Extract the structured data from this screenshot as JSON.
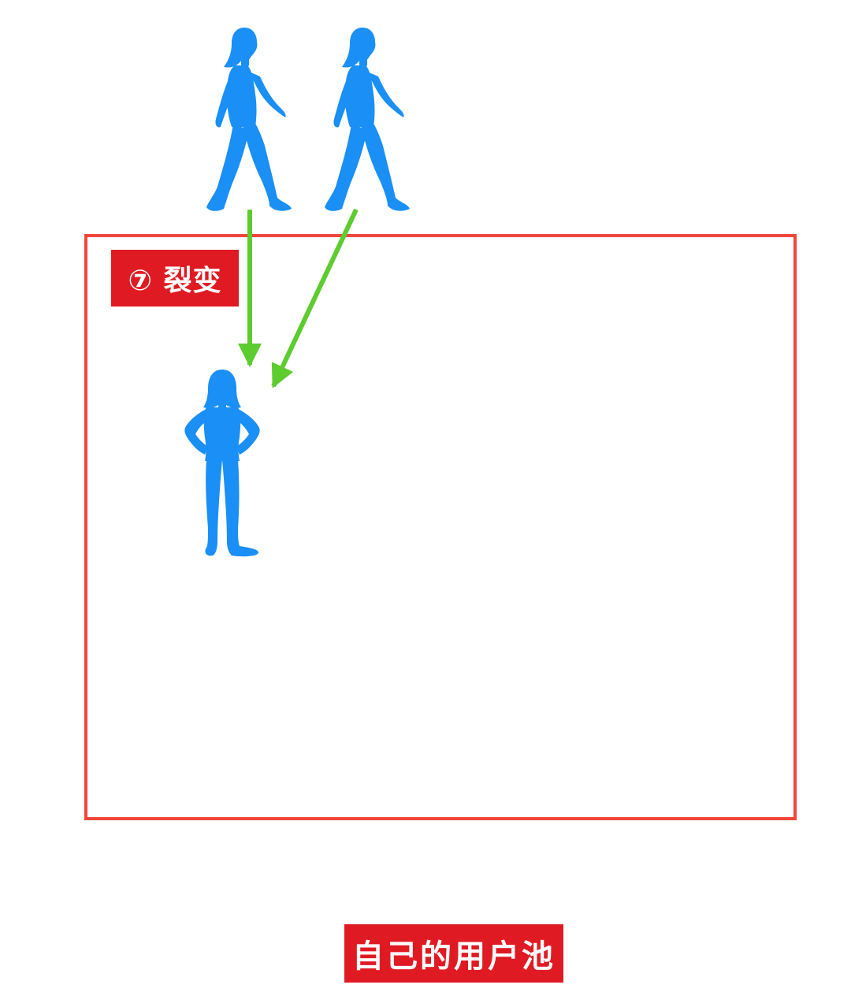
{
  "diagram": {
    "step_label": "⑦ 裂变",
    "pool_label": "自己的用户池",
    "colors": {
      "figure": "#1a8ff5",
      "arrow": "#5ccc2e",
      "box_border": "#f0463c",
      "label_background": "#e01a23",
      "label_text": "#ffffff"
    },
    "nodes": [
      {
        "id": "walker-1",
        "icon": "walking-woman-icon"
      },
      {
        "id": "walker-2",
        "icon": "walking-woman-icon"
      },
      {
        "id": "standing-woman",
        "icon": "standing-woman-icon"
      }
    ],
    "edges": [
      {
        "from": "walker-1",
        "to": "standing-woman"
      },
      {
        "from": "walker-2",
        "to": "standing-woman"
      }
    ]
  }
}
